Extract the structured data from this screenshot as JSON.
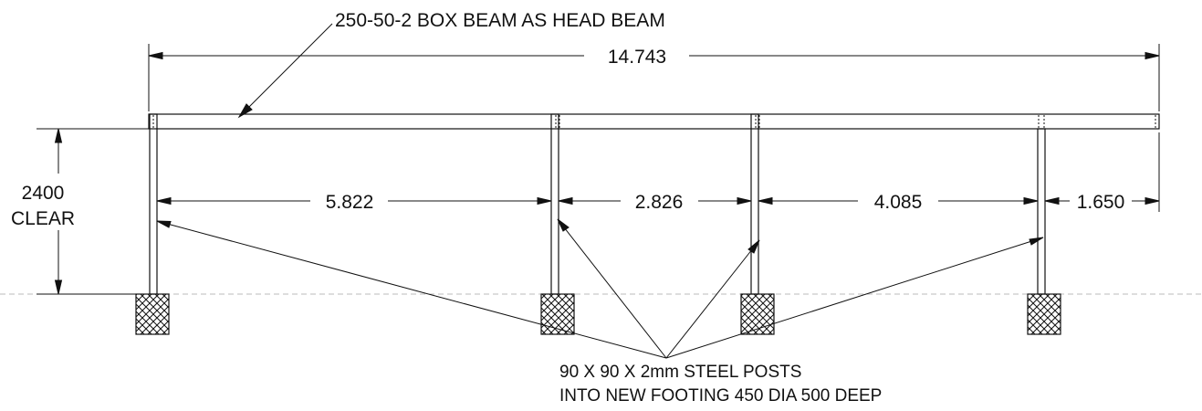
{
  "drawing": {
    "beam_callout": "250-50-2 BOX BEAM AS HEAD BEAM",
    "overall_dimension": "14.743",
    "height_dimension_value": "2400",
    "height_dimension_note": "CLEAR",
    "span_dimensions": [
      "5.822",
      "2.826",
      "4.085",
      "1.650"
    ],
    "post_callout_line1": "90 X 90 X 2mm STEEL POSTS",
    "post_callout_line2": "INTO NEW FOOTING 450 DIA 500 DEEP"
  }
}
